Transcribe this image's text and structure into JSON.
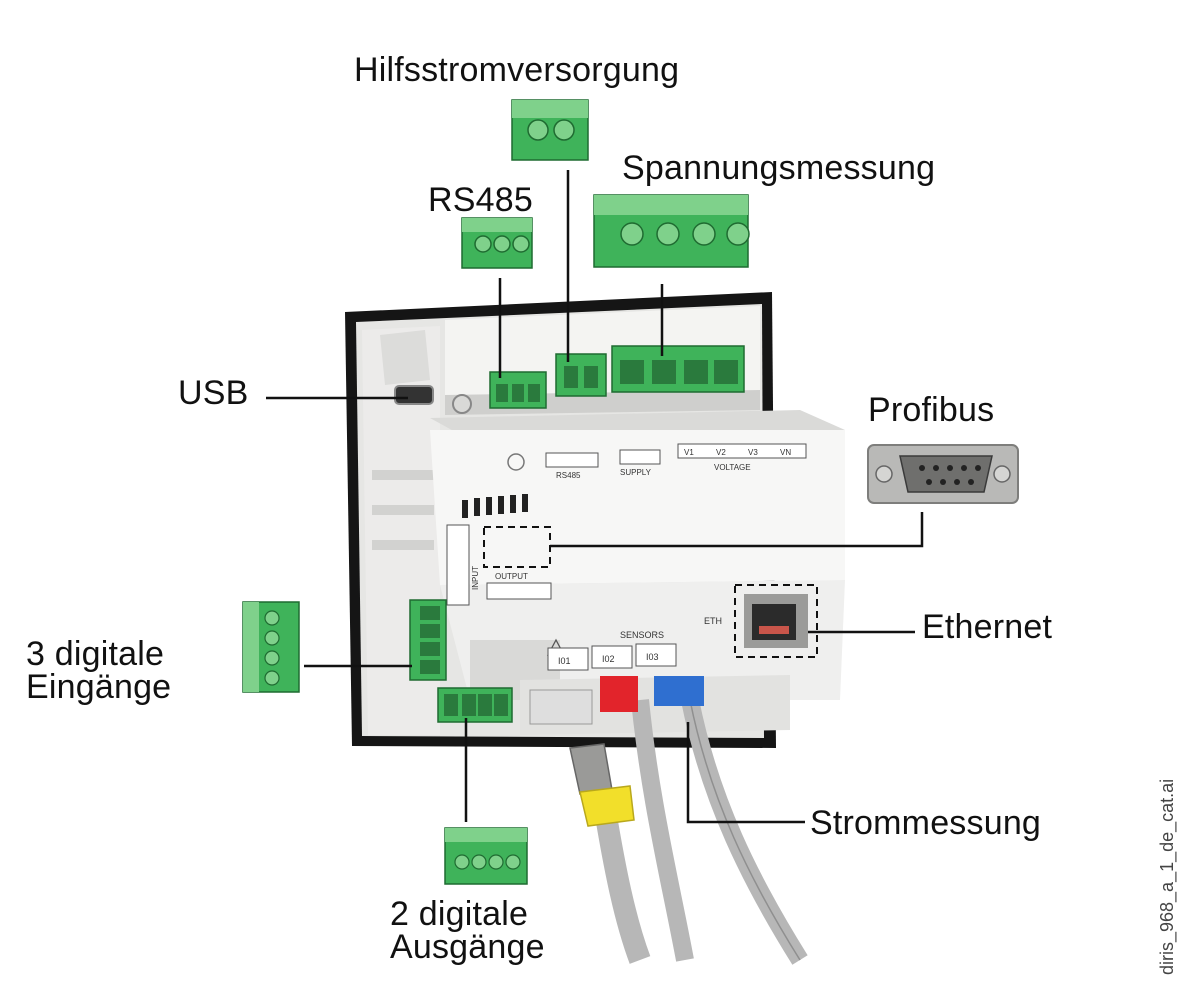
{
  "labels": {
    "aux_supply": "Hilfsstromversorgung",
    "voltage_measurement": "Spannungsmessung",
    "rs485": "RS485",
    "usb": "USB",
    "profibus": "Profibus",
    "ethernet": "Ethernet",
    "digital_inputs_line1": "3 digitale",
    "digital_inputs_line2": "Eingänge",
    "digital_outputs_line1": "2 digitale",
    "digital_outputs_line2": "Ausgänge",
    "current_measurement": "Strommessung"
  },
  "device_markings": {
    "rs485": "RS485",
    "supply": "SUPPLY",
    "voltage": "VOLTAGE",
    "v1": "V1",
    "v2": "V2",
    "v3": "V3",
    "vn": "VN",
    "input": "INPUT",
    "output": "OUTPUT",
    "sensors": "SENSORS",
    "eth": "ETH",
    "i01": "I01",
    "i02": "I02",
    "i03": "I03"
  },
  "watermark": "diris_968_a_1_de_cat.ai",
  "colors": {
    "connector_green": "#3fb35a",
    "connector_green_light": "#7fd18b",
    "housing_white": "#f2f2f0",
    "housing_shadow": "#d7d7d5",
    "bezel_black": "#151515",
    "cable_grey": "#b7b7b7",
    "plug_yellow": "#f2df2a",
    "plug_red": "#e2242b",
    "plug_blue": "#2f6fd0",
    "line": "#111111"
  }
}
